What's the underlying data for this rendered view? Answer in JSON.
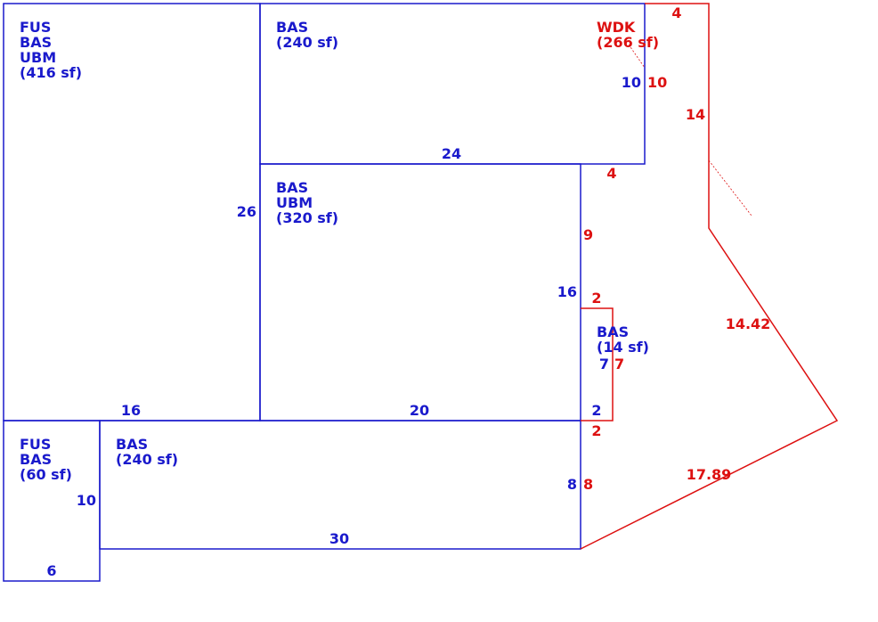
{
  "colors": {
    "structure": "#1a1acc",
    "deck": "#dd1111"
  },
  "areas": {
    "fus_416": {
      "line1": "FUS",
      "line2": "BAS",
      "line3": "UBM",
      "line4": "(416 sf)"
    },
    "bas_240_top": {
      "line1": "BAS",
      "line2": "(240 sf)"
    },
    "wdk_266": {
      "line1": "WDK",
      "line2": "(266 sf)"
    },
    "bas_ubm_320": {
      "line1": "BAS",
      "line2": "UBM",
      "line3": "(320 sf)"
    },
    "bas_14": {
      "line1": "BAS",
      "line2": "(14 sf)"
    },
    "fus_60": {
      "line1": "FUS",
      "line2": "BAS",
      "line3": "(60 sf)"
    },
    "bas_240_bottom": {
      "line1": "BAS",
      "line2": "(240 sf)"
    }
  },
  "dimensions": {
    "blue": {
      "top_right_height": "10",
      "top_width": "24",
      "left_height": "26",
      "middle_height": "16",
      "left_width": "16",
      "middle_width": "20",
      "bump_height": "7",
      "bump_bottom": "2",
      "small_height": "10",
      "small_width": "6",
      "bottom_height": "8",
      "bottom_width": "30"
    },
    "red": {
      "deck_top": "4",
      "deck_left_height": "10",
      "deck_right_height": "14",
      "deck_step": "4",
      "deck_upper_height": "9",
      "bump_top": "2",
      "bump_height": "7",
      "bump_bottom": "2",
      "deck_lower_height": "8",
      "diagonal_upper": "14.42",
      "diagonal_lower": "17.89"
    }
  }
}
